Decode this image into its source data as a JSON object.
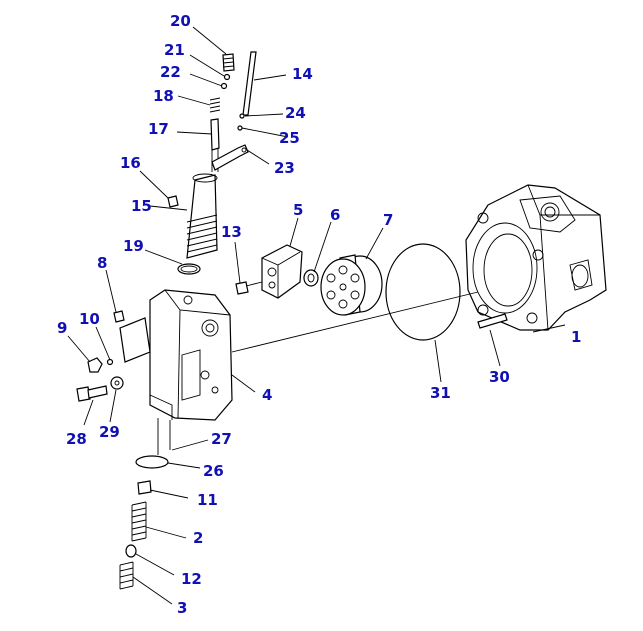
{
  "diagram": {
    "labels": [
      "1",
      "2",
      "3",
      "4",
      "5",
      "6",
      "7",
      "8",
      "9",
      "10",
      "11",
      "12",
      "13",
      "14",
      "15",
      "16",
      "17",
      "18",
      "19",
      "20",
      "21",
      "22",
      "23",
      "24",
      "25",
      "26",
      "27",
      "28",
      "29",
      "30",
      "31"
    ],
    "label_color": "#1010b4",
    "line_color": "#000000",
    "background": "#ffffff"
  }
}
